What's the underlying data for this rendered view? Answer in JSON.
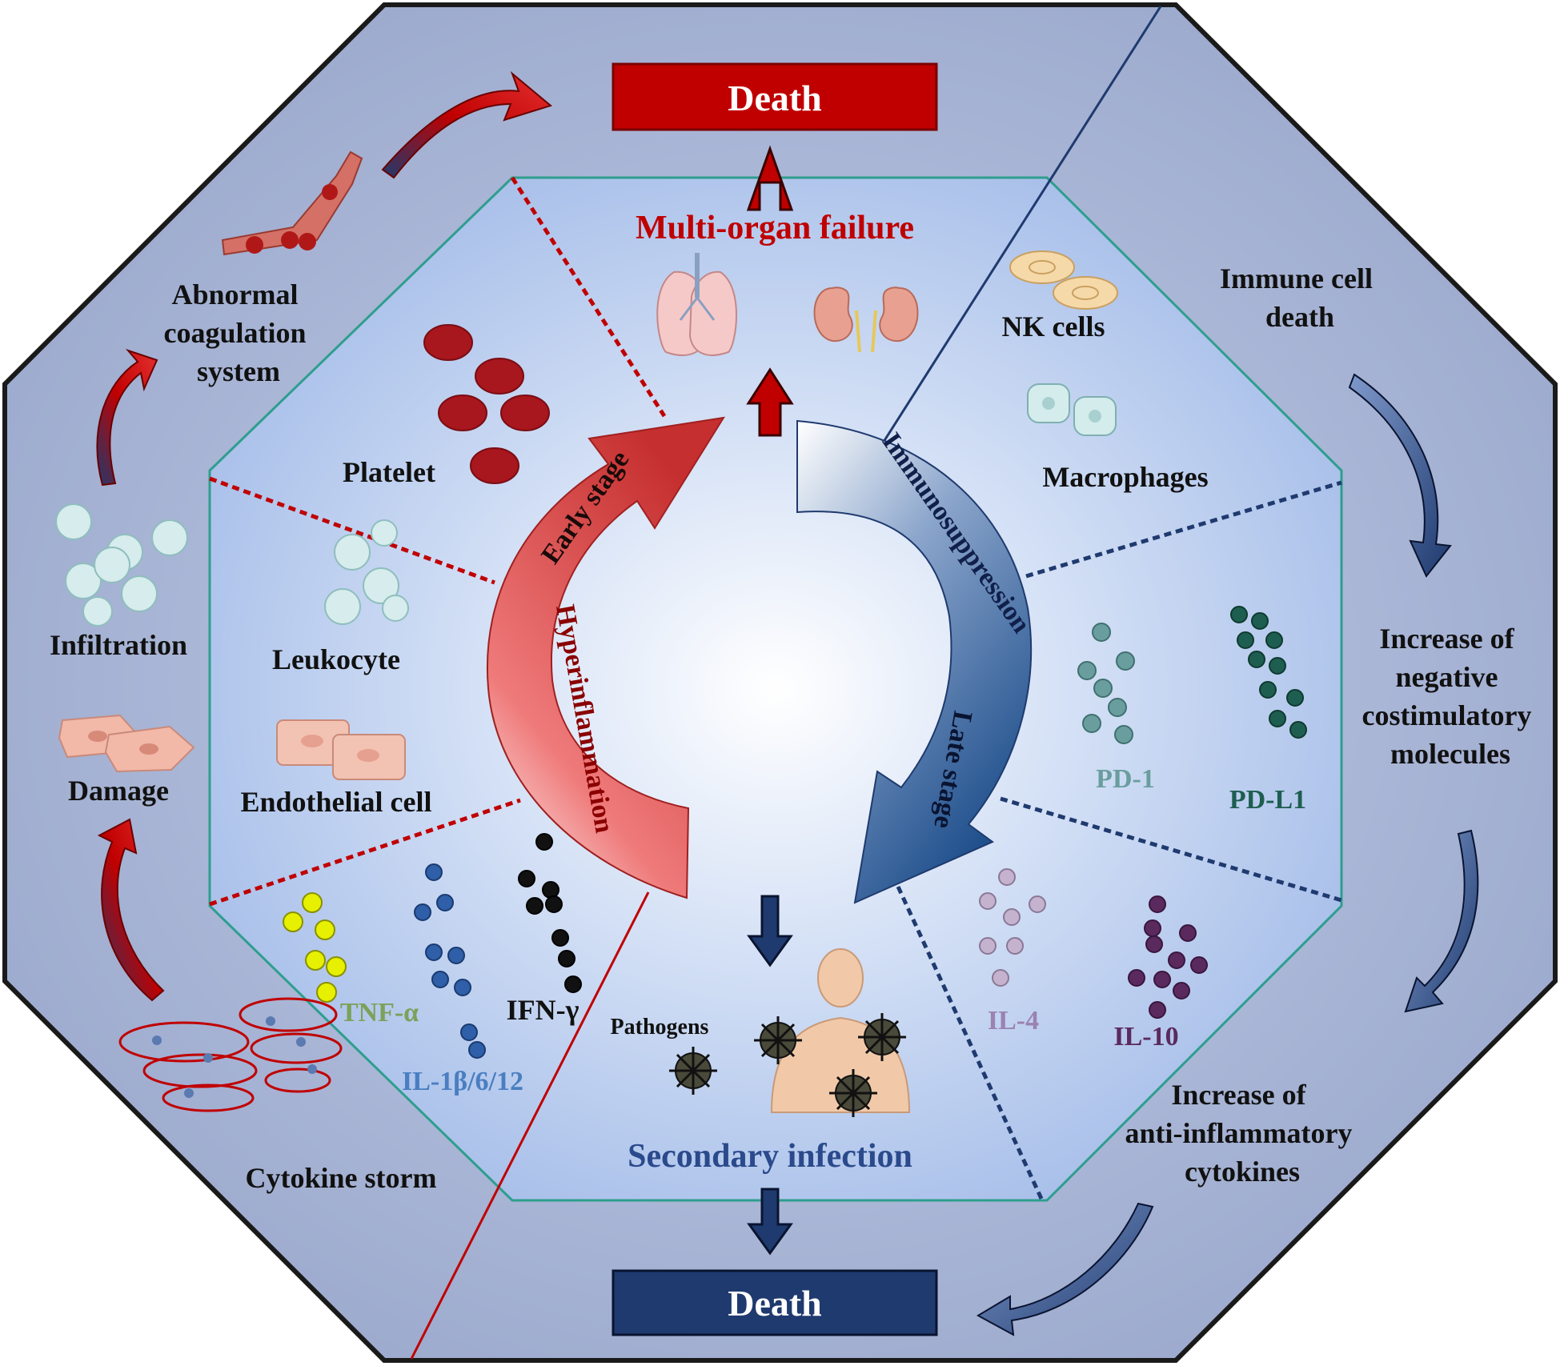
{
  "colors": {
    "red": "#c00000",
    "navy": "#1f3a6e",
    "teal_border": "#2e9e8e",
    "outer_fill": "#a9b6d6",
    "inner_fill": "#b9cdf0"
  },
  "top": {
    "death": "Death",
    "multi_organ_failure": "Multi-organ failure"
  },
  "bottom": {
    "death": "Death",
    "secondary_infection": "Secondary infection",
    "pathogens": "Pathogens"
  },
  "central_arrows": {
    "early_stage": "Early stage",
    "hyperinflammation": "Hyperinflammation",
    "immunosuppression": "Immunosuppression",
    "late_stage": "Late stage"
  },
  "inner_left": {
    "platelet": "Platelet",
    "leukocyte": "Leukocyte",
    "endothelial_cell": "Endothelial cell",
    "tnf_alpha": "TNF-α",
    "il_1b_6_12": "IL-1β/6/12",
    "ifn_gamma": "IFN-γ"
  },
  "inner_right": {
    "nk_cells": "NK cells",
    "macrophages": "Macrophages",
    "pd1": "PD-1",
    "pdl1": "PD-L1",
    "il4": "IL-4",
    "il10": "IL-10"
  },
  "outer_left": {
    "abnormal_coagulation": [
      "Abnormal",
      "coagulation",
      "system"
    ],
    "infiltration": "Infiltration",
    "damage": "Damage",
    "cytokine_storm": "Cytokine storm"
  },
  "outer_right": {
    "immune_cell_death": [
      "Immune cell",
      "death"
    ],
    "negative_costimulatory": [
      "Increase of",
      "negative",
      "costimulatory",
      "molecules"
    ],
    "anti_inflammatory": [
      "Increase of",
      "anti-inflammatory",
      "cytokines"
    ]
  }
}
